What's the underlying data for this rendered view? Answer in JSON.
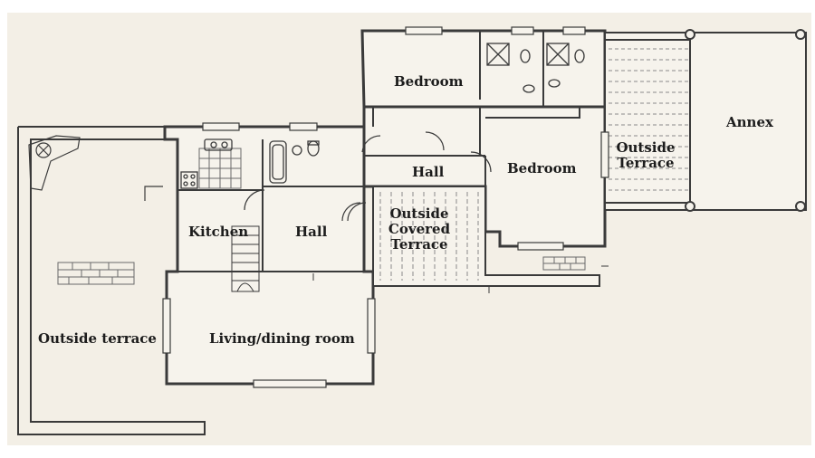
{
  "floor_plan": {
    "colors": {
      "paper": "#f3efe6",
      "wall": "#3a3a3a",
      "wall_fill": "#f6f3ec",
      "hatch": "#8a8a8a",
      "page": "#ffffff"
    },
    "rooms": {
      "bedroom_upper": "Bedroom",
      "annex": "Annex",
      "bedroom_right": "Bedroom",
      "outside_terrace_right_line1": "Outside",
      "outside_terrace_right_line2": "Terrace",
      "hall_upper": "Hall",
      "outside_covered_line1": "Outside",
      "outside_covered_line2": "Covered",
      "outside_covered_line3": "Terrace",
      "kitchen": "Kitchen",
      "hall_lower": "Hall",
      "outside_terrace_left": "Outside terrace",
      "living_dining": "Living/dining room"
    },
    "icons": [
      "bathtub-icon",
      "toilet-icon",
      "sink-icon",
      "shower-icon",
      "stove-icon",
      "door-swing-icon",
      "stairs-icon",
      "brick-wall-icon",
      "plant-icon"
    ]
  }
}
